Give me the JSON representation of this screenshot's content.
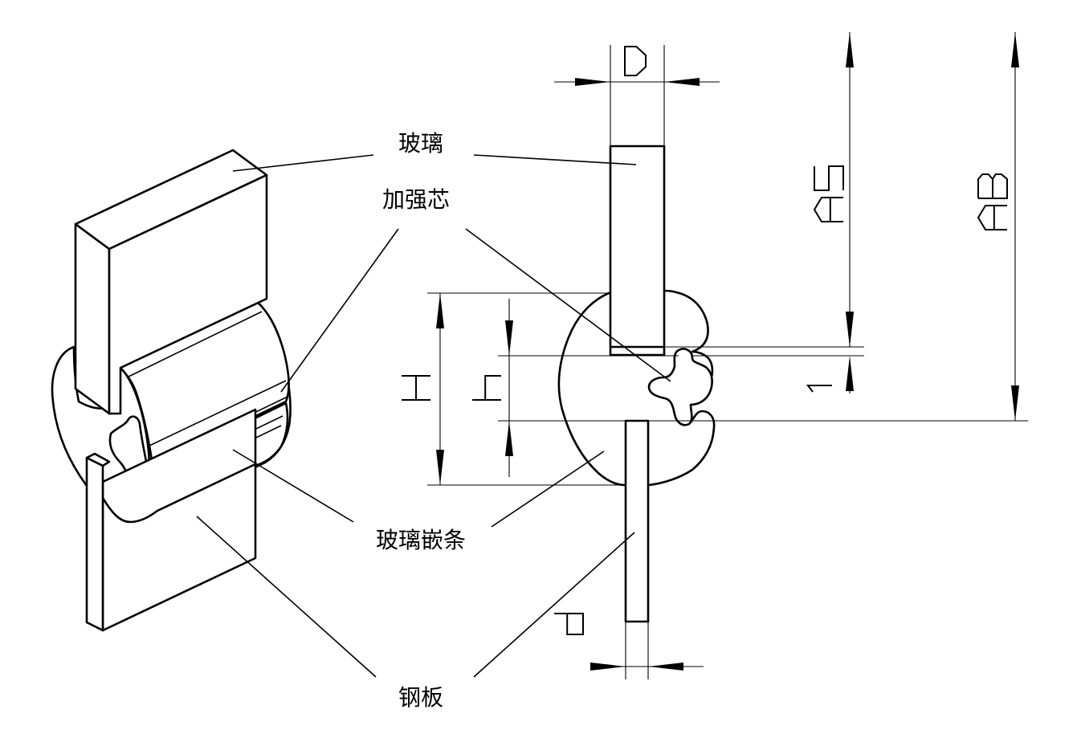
{
  "labels": {
    "glass": "玻璃",
    "core": "加强芯",
    "strip": "玻璃嵌条",
    "steel": "钢板"
  },
  "dimensions": {
    "D": "D",
    "d": "d",
    "H": "H",
    "h": "h",
    "AS": "AS",
    "AB": "AB",
    "one": "1"
  }
}
